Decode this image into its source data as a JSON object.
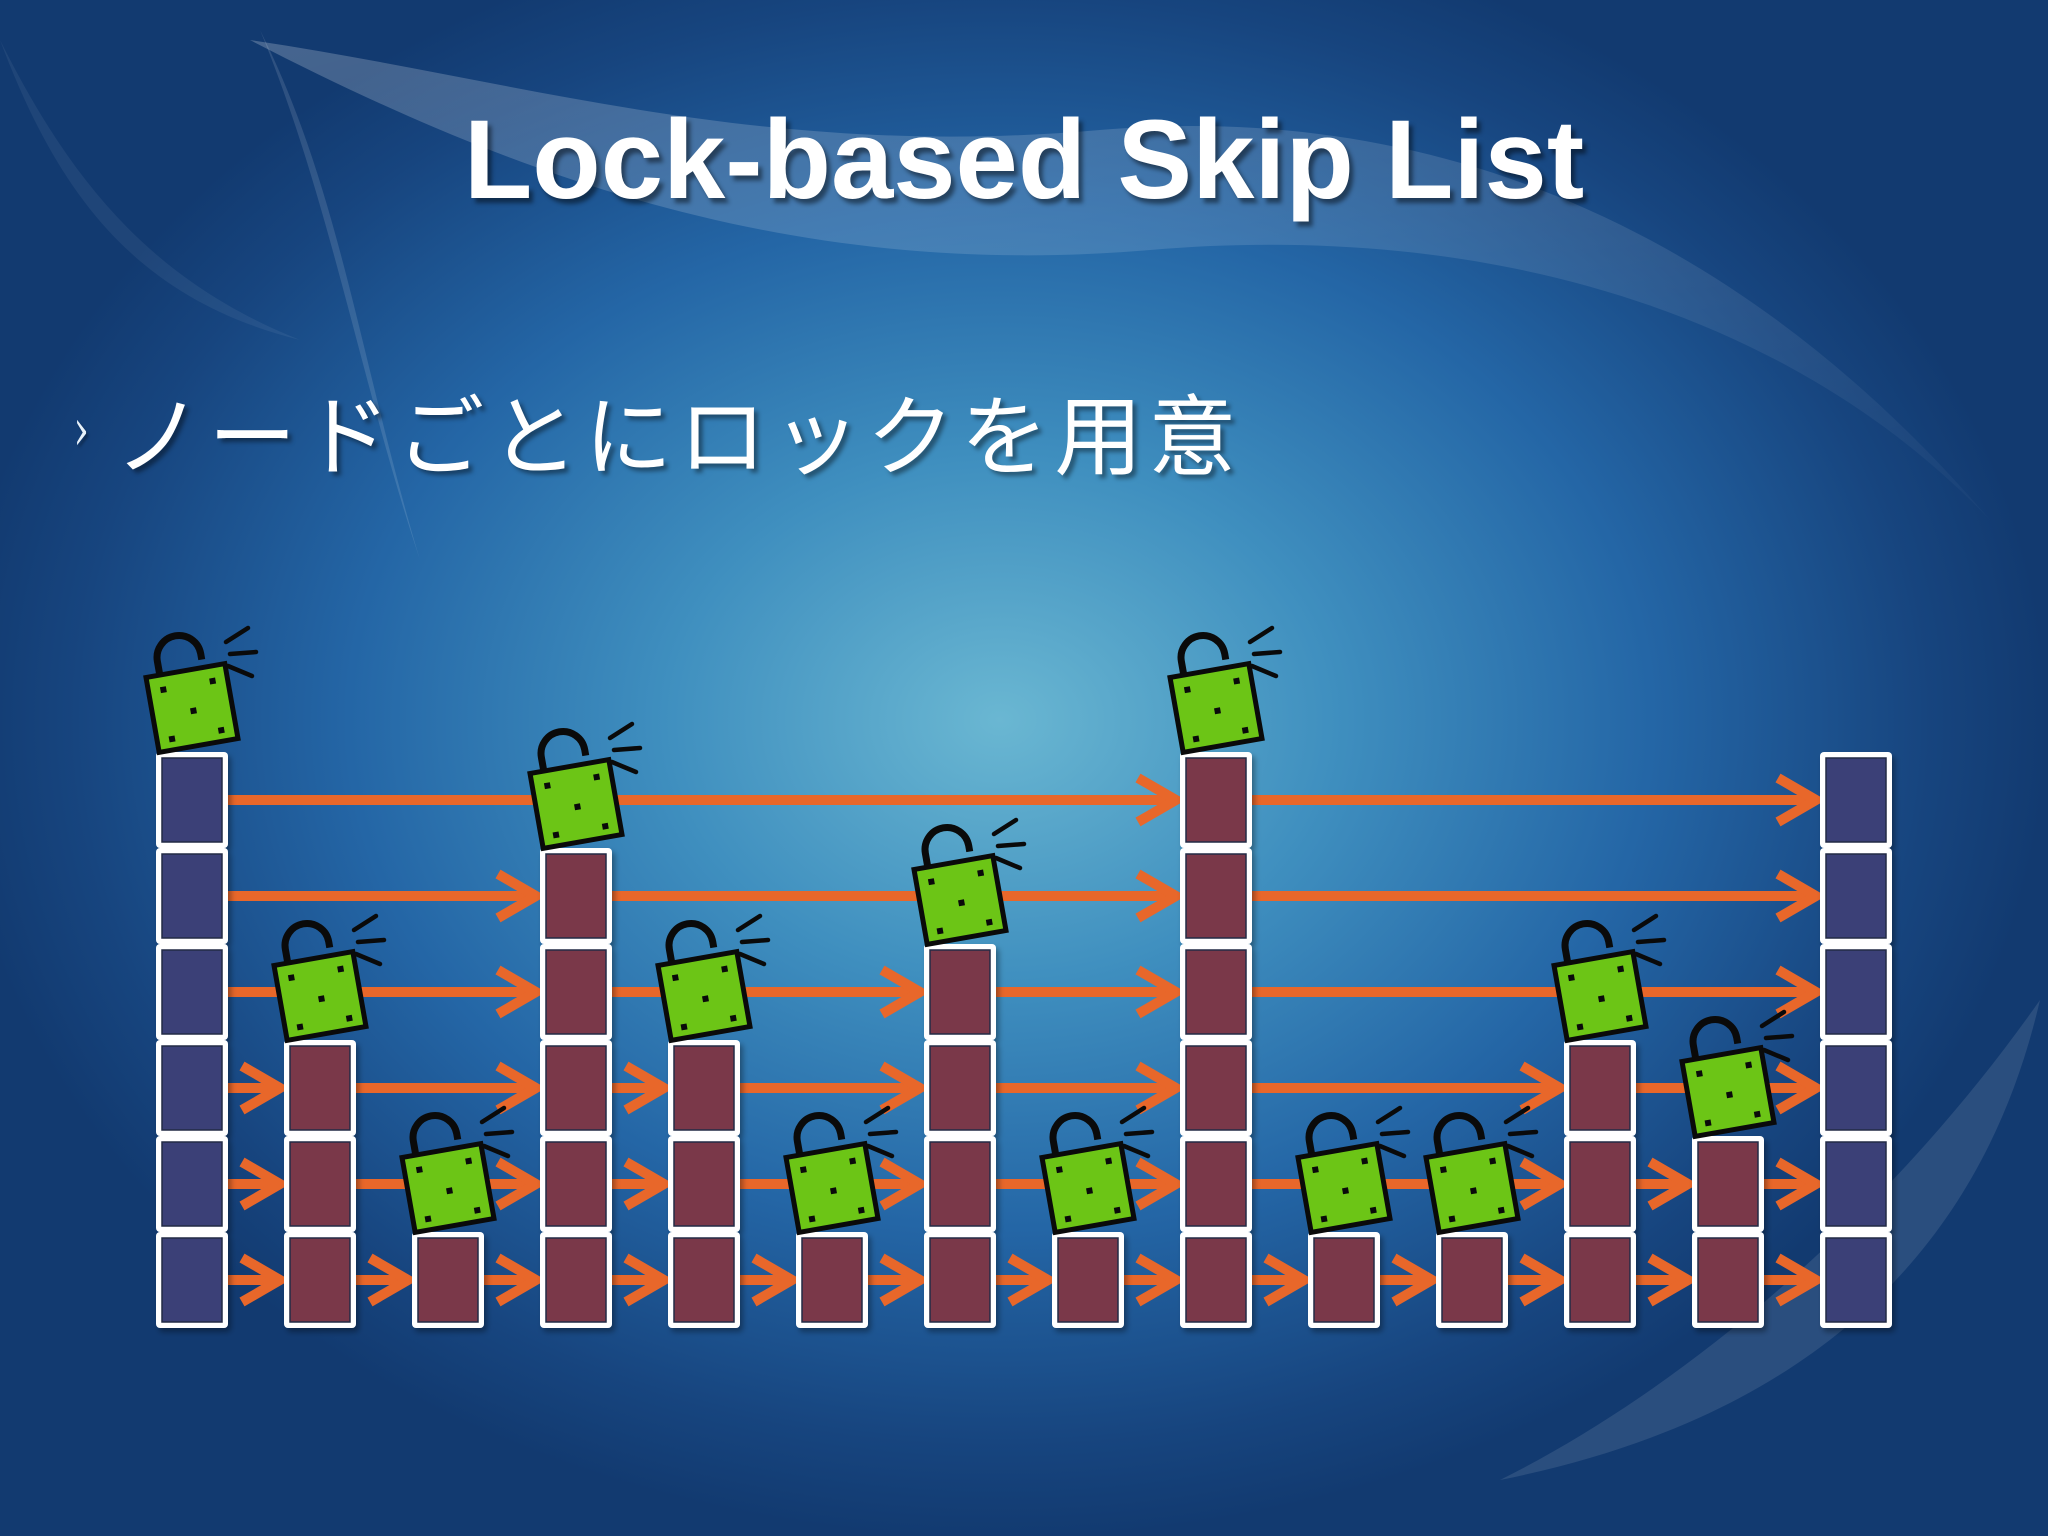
{
  "slide": {
    "title": "Lock-based Skip List",
    "bullet_marker": "›",
    "bullet_text": "ノードごとにロックを用意"
  },
  "diagram": {
    "description_type": "skip-list",
    "colors": {
      "sentinel_cell": "#3b3f77",
      "node_cell": "#7a3948",
      "cell_border": "#ffffff",
      "pointer": "#e8672a",
      "lock_body": "#6cc516",
      "lock_outline": "#0a0a0a"
    },
    "icon": "unlocked-padlock-icon",
    "head_levels": 6,
    "tail_levels": 6,
    "node_levels": [
      3,
      1,
      5,
      3,
      1,
      4,
      1,
      6,
      1,
      1,
      3,
      2
    ],
    "locks_on": [
      "head",
      0,
      1,
      2,
      3,
      4,
      5,
      6,
      7,
      8,
      9,
      10,
      11
    ]
  }
}
